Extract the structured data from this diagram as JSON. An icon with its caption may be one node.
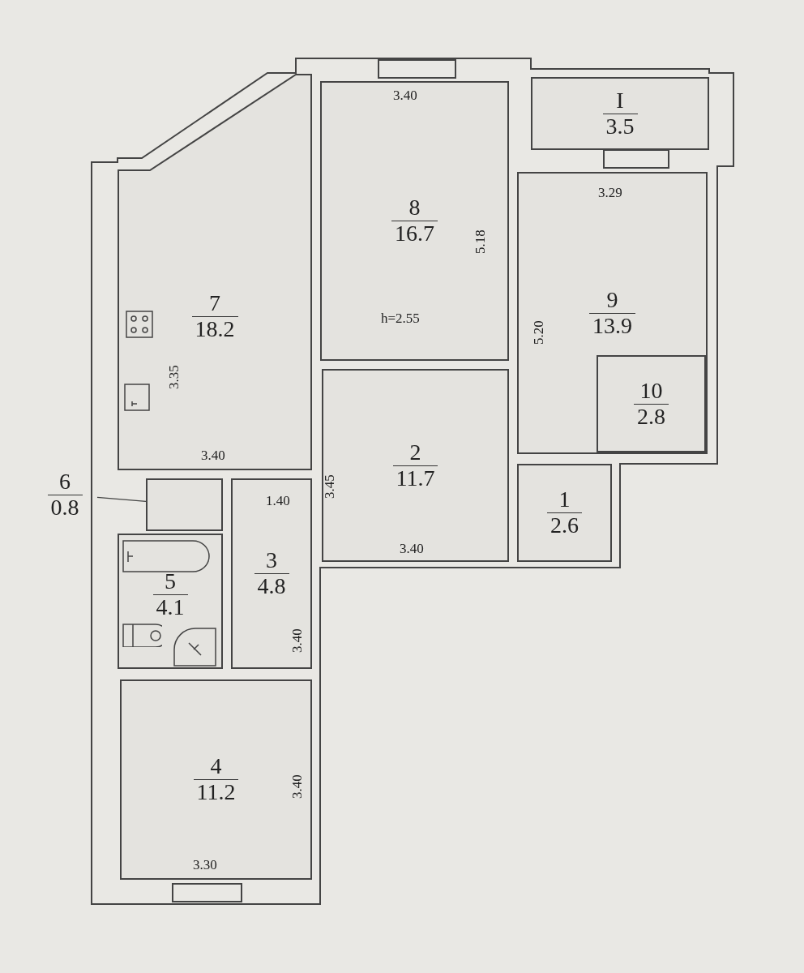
{
  "diagram": {
    "nodes": [
      {
        "text": [
          "I",
          "3.5"
        ]
      },
      {
        "text": [
          "8",
          "16.7"
        ]
      },
      {
        "text": [
          "7",
          "18.2"
        ]
      },
      {
        "text": [
          "9",
          "13.9"
        ]
      },
      {
        "text": [
          "10",
          "2.8"
        ],
        "in": 3
      },
      {
        "text": [
          "2",
          "11.7"
        ]
      },
      {
        "text": [
          "6",
          "0.8"
        ]
      },
      {
        "text": [],
        "shape": "box"
      },
      {
        "text": [
          "1",
          "2.6"
        ]
      },
      {
        "text": [
          "5",
          "4.1"
        ]
      },
      {
        "text": [
          "3",
          "4.8"
        ]
      },
      {
        "text": [
          "4",
          "11.2"
        ]
      }
    ],
    "edges": [
      {
        "from": 6,
        "to": 7,
        "arrow": "none"
      }
    ],
    "labels": [
      "3.40",
      "3.29",
      "5.18",
      "h=2.55",
      "5.20",
      "3.35",
      "3.40",
      "1.40",
      "3.45",
      "3.40",
      "3.40",
      "3.40",
      "3.30"
    ]
  }
}
